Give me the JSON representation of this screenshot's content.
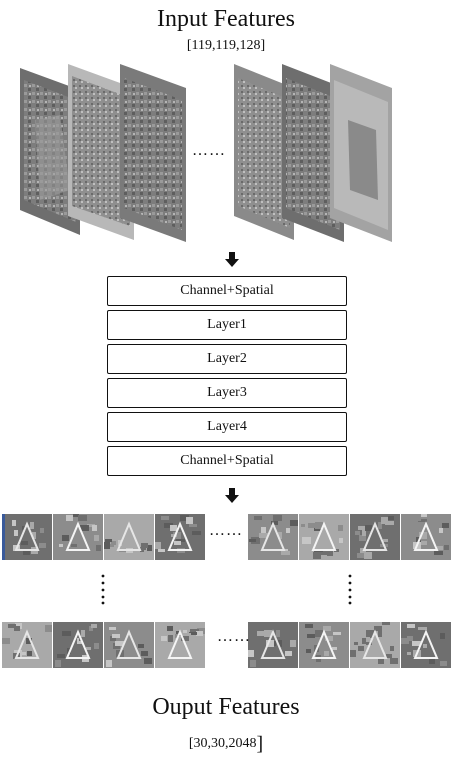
{
  "input": {
    "title": "Input Features",
    "dims": "[119,119,128]"
  },
  "output": {
    "title": "Ouput Features",
    "dims_text": "[30,30,2048",
    "dims_close": "]"
  },
  "layers": [
    {
      "label": "Channel+Spatial"
    },
    {
      "label": "Layer1"
    },
    {
      "label": "Layer2"
    },
    {
      "label": "Layer3"
    },
    {
      "label": "Layer4"
    },
    {
      "label": "Channel+Spatial"
    }
  ],
  "stack_ellipsis": "……",
  "row_ellipsis": "……",
  "icons": {
    "down": "arrow-down-icon"
  },
  "colors": {
    "sheet_dark": "#6b6b6b",
    "sheet_light": "#a8a8a8",
    "tile": "#8a8a8a",
    "accent_strip": "#3a5a9a"
  }
}
